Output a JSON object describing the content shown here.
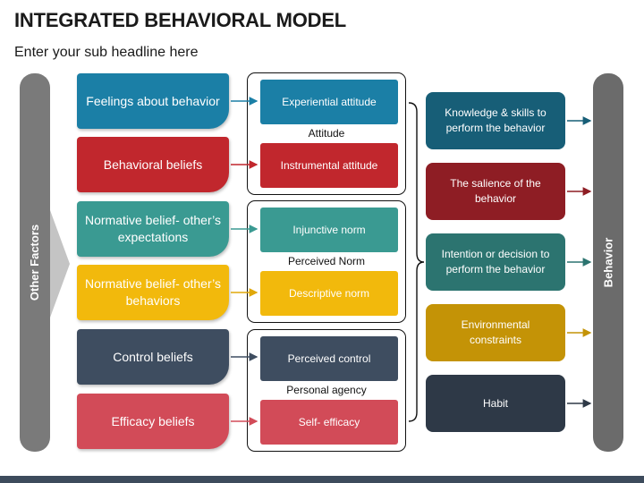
{
  "header": {
    "title": "INTEGRATED BEHAVIORAL MODEL",
    "subtitle": "Enter your sub headline here"
  },
  "side_labels": {
    "left": "Other Factors",
    "right": "Behavior"
  },
  "factors": [
    {
      "label": "Feelings about behavior",
      "color": "#1b7fa6"
    },
    {
      "label": "Behavioral beliefs",
      "color": "#c1272d"
    },
    {
      "label": "Normative belief- other’s expectations",
      "color": "#3a9a92"
    },
    {
      "label": "Normative belief- other’s behaviors",
      "color": "#f2b90c"
    },
    {
      "label": "Control beliefs",
      "color": "#3e4d60"
    },
    {
      "label": "Efficacy beliefs",
      "color": "#d24b58"
    }
  ],
  "groups": [
    {
      "label": "Attitude",
      "items": [
        {
          "label": "Experiential attitude",
          "color": "#1b7fa6"
        },
        {
          "label": "Instrumental attitude",
          "color": "#c1272d"
        }
      ]
    },
    {
      "label": "Perceived Norm",
      "items": [
        {
          "label": "Injunctive norm",
          "color": "#3a9a92"
        },
        {
          "label": "Descriptive norm",
          "color": "#f2b90c"
        }
      ]
    },
    {
      "label": "Personal agency",
      "items": [
        {
          "label": "Perceived control",
          "color": "#3e4d60"
        },
        {
          "label": "Self- efficacy",
          "color": "#d24b58"
        }
      ]
    }
  ],
  "outcomes": [
    {
      "label": "Knowledge & skills to perform the behavior",
      "color": "#175e77"
    },
    {
      "label": "The salience of the behavior",
      "color": "#8e1d24"
    },
    {
      "label": "Intention or decision to perform the behavior",
      "color": "#2c7470"
    },
    {
      "label": "Environmental constraints",
      "color": "#c49306"
    },
    {
      "label": "Habit",
      "color": "#2e3947"
    }
  ],
  "colors": {
    "side_bar_left": "#7a7a7a",
    "side_bar_right": "#6b6b6b",
    "bottom_band": "#3d4b5c"
  }
}
